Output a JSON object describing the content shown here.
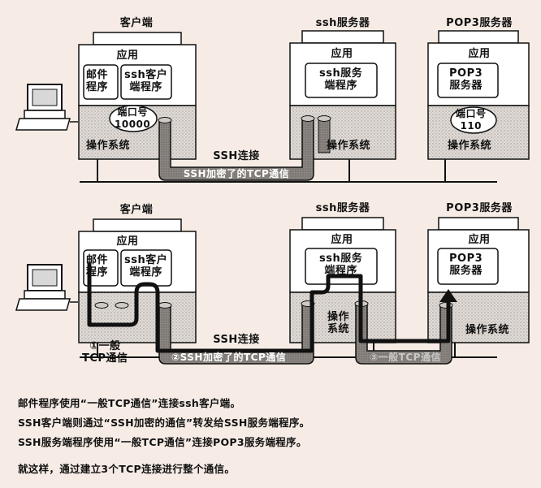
{
  "top": {
    "client_title": "客户端",
    "ssh_server_title": "ssh服务器",
    "pop3_server_title": "POP3服务器",
    "app_label_client": "应用",
    "app_label_ssh": "应用",
    "app_label_pop3": "应用",
    "mail_program": "邮件\n程序",
    "ssh_client_program": "ssh客户\n端程序",
    "ssh_server_program": "ssh服务\n端程序",
    "pop3_server_program": "POP3\n服务器",
    "client_port": "端口号\n10000",
    "pop3_port": "端口号\n110",
    "os_client": "操作系统",
    "os_ssh": "操作系统",
    "os_pop3": "操作系统",
    "ssh_connection": "SSH连接",
    "tunnel_text": "SSH加密了的TCP通信"
  },
  "bottom": {
    "client_title": "客户端",
    "ssh_server_title": "ssh服务器",
    "pop3_server_title": "POP3服务器",
    "app_label_client": "应用",
    "app_label_ssh": "应用",
    "app_label_pop3": "应用",
    "mail_program": "邮件\n程序",
    "ssh_client_program": "ssh客户\n端程序",
    "ssh_server_program": "ssh服务\n端程序",
    "pop3_server_program": "POP3\n服务器",
    "os_ssh": "操作\n系统",
    "os_pop3": "操作系统",
    "ssh_connection": "SSH连接",
    "step1_label": "①一般\nTCP通信",
    "step2_label": "②SSH加密了的TCP通信",
    "step3_label": "③一般TCP通信"
  },
  "description": {
    "line1": "邮件程序使用“一般TCP通信”连接ssh客户端。",
    "line2": "SSH客户端则通过“SSH加密的通信”转发给SSH服务端程序。",
    "line3": "SSH服务端程序使用“一般TCP通信”连接POP3服务端程序。",
    "line4": "就这样，通过建立3个TCP连接进行整个通信。"
  }
}
